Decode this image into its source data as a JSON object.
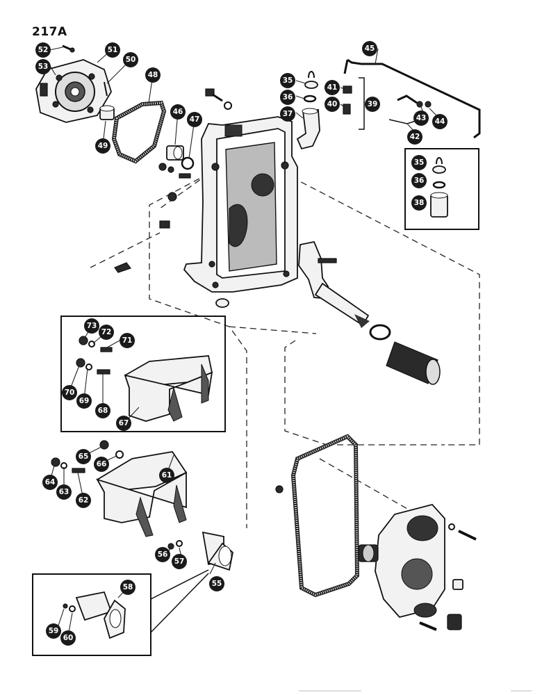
{
  "page": {
    "code": "217A",
    "background": "#ffffff",
    "ink": "#1a1a1a"
  },
  "callouts": {
    "c35a": "35",
    "c35b": "35",
    "c36a": "36",
    "c36b": "36",
    "c37": "37",
    "c38": "38",
    "c39": "39",
    "c40": "40",
    "c41": "41",
    "c42": "42",
    "c43": "43",
    "c44": "44",
    "c45": "45",
    "c46": "46",
    "c47": "47",
    "c48": "48",
    "c49": "49",
    "c50": "50",
    "c51": "51",
    "c52": "52",
    "c53": "53",
    "c55": "55",
    "c56": "56",
    "c57": "57",
    "c58": "58",
    "c59": "59",
    "c60": "60",
    "c61": "61",
    "c62": "62",
    "c63": "63",
    "c64": "64",
    "c65": "65",
    "c66": "66",
    "c67": "67",
    "c68": "68",
    "c69": "69",
    "c70": "70",
    "c71": "71",
    "c72": "72",
    "c73": "73"
  }
}
